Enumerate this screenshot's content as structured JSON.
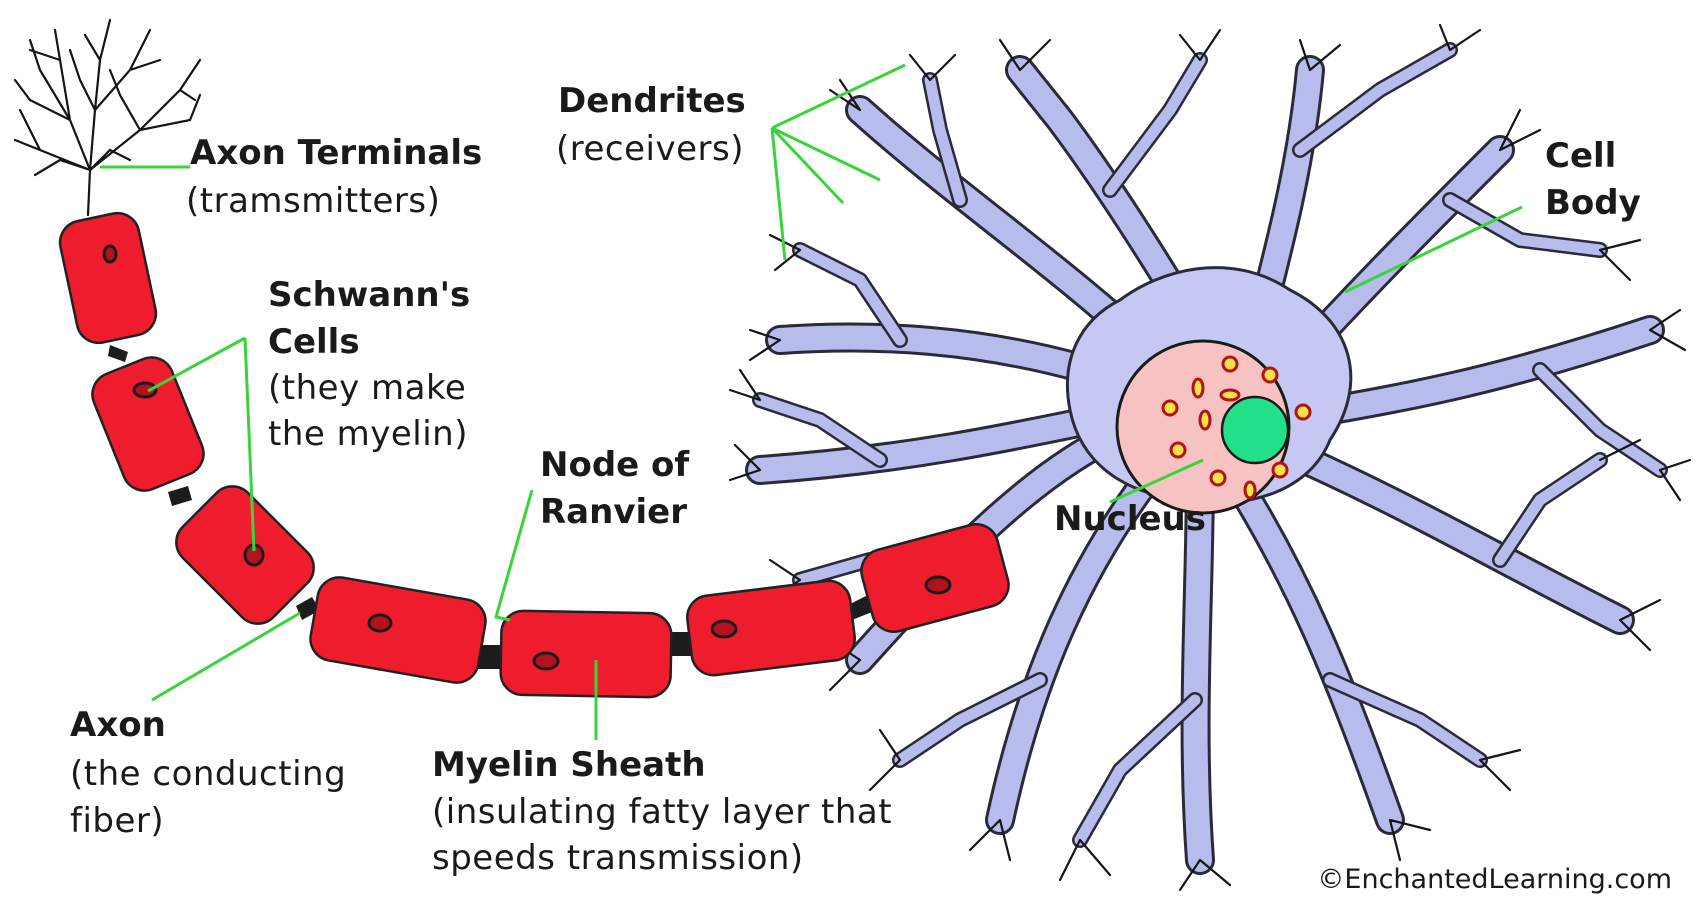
{
  "labels": {
    "axon_terminals": {
      "title": "Axon Terminals",
      "subtitle": "(tramsmitters)"
    },
    "dendrites": {
      "title": "Dendrites",
      "subtitle": "(receivers)"
    },
    "cell_body": {
      "line1": "Cell",
      "line2": "Body"
    },
    "schwanns_cells": {
      "line1": "Schwann's",
      "line2": "Cells",
      "line3": "(they make",
      "line4": "the myelin)"
    },
    "node_of_ranvier": {
      "line1": "Node of",
      "line2": "Ranvier"
    },
    "nucleus": {
      "title": "Nucleus"
    },
    "axon": {
      "title": "Axon",
      "line2": "(the conducting",
      "line3": "fiber)"
    },
    "myelin_sheath": {
      "title": "Myelin Sheath",
      "line2": "(insulating fatty layer that",
      "line3": "speeds transmission)"
    }
  },
  "credit": "©EnchantedLearning.com",
  "colors": {
    "leader_line": "#3ad43a",
    "myelin": "#ee1c2c",
    "cell_body": "#c5c8f2",
    "nucleus": "#f6c2c2",
    "nucleolus": "#22e08a",
    "organelle": "#f3e24a"
  }
}
